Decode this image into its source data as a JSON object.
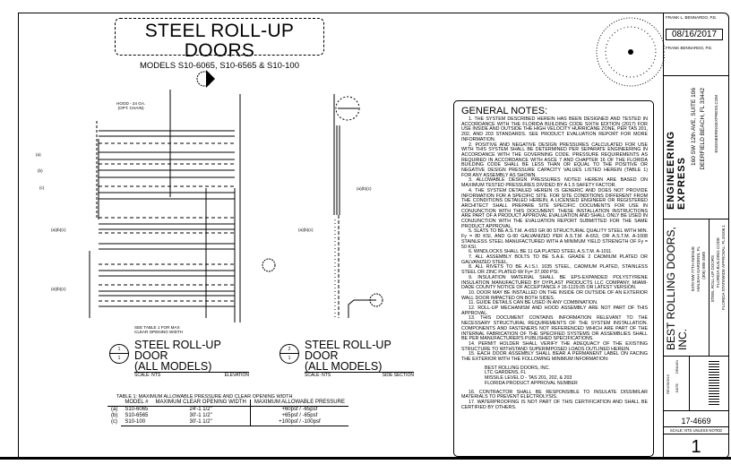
{
  "title": {
    "main": "STEEL ROLL-UP DOORS",
    "subtitle": "MODELS S10-6065, S10-6565 & S10-100"
  },
  "elevation": {
    "hood_label_1": "HOOD - 24 GA.",
    "hood_label_2": "(OPT. CHAIN)",
    "callouts": {
      "a": "(a)",
      "b": "(b)",
      "c": "(c)",
      "abc_1": "(a)(b)(c)",
      "abc_2": "(a)(b)(c)"
    },
    "see_table_1": "SEE TABLE 1 FOR MAX",
    "see_table_2": "CLEAR OPENING WIDTH",
    "view_number": "1",
    "sheet_number": "1",
    "view_title_1": "STEEL ROLL-UP DOOR",
    "view_title_2": "(ALL MODELS)",
    "scale": "SCALE: NTS",
    "view_type": "ELEVATION"
  },
  "section": {
    "callout_1": "(a)(b)(c)",
    "callout_2": "(a)(b)(c)",
    "view_number": "2",
    "sheet_number": "1",
    "view_title_1": "STEEL ROLL-UP DOOR",
    "view_title_2": "(ALL MODELS)",
    "scale": "SCALE: NTS",
    "view_type": "SIDE SECTION"
  },
  "table": {
    "caption": "TABLE 1: MAXIMUM ALLOWABLE PRESSURE AND CLEAR OPENING WIDTH",
    "headers": [
      "MODEL #",
      "MAXIMUM CLEAR OPENING WIDTH",
      "MAXIMUM ALLOWABLE PRESSURE"
    ],
    "rows": [
      {
        "tag": "(a)",
        "model": "S10-6065",
        "width": "24'-1 1/2\"",
        "pressure": "+60psf / -65psf"
      },
      {
        "tag": "(b)",
        "model": "S10-6565",
        "width": "30'-1 1/2\"",
        "pressure": "+65psf / -65psf"
      },
      {
        "tag": "(c)",
        "model": "S10-100",
        "width": "30'-1 1/2\"",
        "pressure": "+100psf / -100psf"
      }
    ]
  },
  "notes": {
    "heading": "GENERAL NOTES:",
    "items": [
      "1. THE SYSTEM DESCRIBED HEREIN HAS BEEN DESIGNED AND TESTED IN ACCORDANCE WITH THE FLORIDA BUILDING CODE SIXTH EDITION (2017) FOR USE INSIDE AND OUTSIDE THE HIGH VELOCITY HURRICANE ZONE, PER TAS 201, 202, AND 203 STANDARDS. SEE PRODUCT EVALUATION REPORT FOR MORE INFORMATION.",
      "2. POSITIVE AND NEGATIVE DESIGN PRESSURES CALCULATED FOR USE WITH THIS SYSTEM SHALL BE DETERMINED PER SEPARATE ENGINEERING IN ACCORDANCE WITH THE GOVERNING CODE. PRESSURE REQUIREMENTS AS REQUIRED IN ACCORDANCE WITH ASCE 7 AND CHAPTER 16 OF THE FLORIDA BUILDING CODE SHALL BE LESS THAN OR EQUAL TO THE POSITIVE OR NEGATIVE DESIGN PRESSURE CAPACITY VALUES LISTED HEREIN (TABLE 1) FOR ANY ASSEMBLY AS SHOWN.",
      "3. ALLOWABLE DESIGN PRESSURES NOTED HEREIN ARE BASED ON MAXIMUM TESTED PRESSURES DIVIDED BY A 1.5 SAFETY FACTOR.",
      "4. THE SYSTEM DETAILED HEREIN IS GENERIC AND DOES NOT PROVIDE INFORMATION FOR A SPECIFIC SITE. FOR SITE CONDITIONS DIFFERENT FROM THE CONDITIONS DETAILED HEREIN, A LICENSED ENGINEER OR REGISTERED ARCHITECT SHALL PREPARE SITE SPECIFIC DOCUMENTS FOR USE IN CONJUNCTION WITH THIS DOCUMENT. THESE INSTALLATION INSTRUCTIONS ARE PART OF A PRODUCT APPROVAL EVALUATION AND SHALL ONLY BE USED IN CONJUNCTION WITH THE EVALUATION REPORT SUBMITTED FOR THE SAME PRODUCT APPROVAL.",
      "5. SLATS TO BE A.S.T.M. A-653 GR 80 STRUCTURAL QUALITY STEEL WITH MIN. Fy = 80 KSI, AND G-90 GALVANIZED PER A.S.T.M. A-653, OR A.S.T.M. A-1008 STAINLESS STEEL MANUFACTURED WITH A MINIMUM YIELD STRENGTH OF Fy = 50 KSI.",
      "6. WINDLOCKS SHALL BE 11 GA PLATED STEEL A.S.T.M. A-1011.",
      "7. ALL ASSEMBLY BOLTS TO BE S.A.E. GRADE 2 CADMIUM PLATED OR GALVANIZED STEEL.",
      "8. ALL RIVETS TO BE A.I.S.I. 1035 STEEL, CADMIUM PLATED, STAINLESS STEEL OR ZINC PLATED W/ Fy= 37,000 PSI.",
      "9. INSULATION MATERIAL SHALL BE EPS-EXPANDED POLYSTYRENE INSULATION MANUFACTURED BY DYPLAST PRODUCTS LLC COMPANY, MIAMI-DADE COUNTY NOTICE OF ACCEPTANCE # 16-1129.05 OR LATEST VERSION.",
      "10. DOOR MAY BE INSTALLED ON THE INSIDE OR OUTSIDE OF AN EXTERIOR WALL DOOR IMPACTED ON BOTH SIDES.",
      "11. GUIDE DETAILS CAN BE USED IN ANY COMBINATION.",
      "12. ROLL-UP MECHANISM AND HOOD ASSEMBLY ARE NOT PART OF THIS APPROVAL.",
      "13. THIS DOCUMENT CONTAINS INFORMATION RELEVANT TO THE NECESSARY STRUCTURAL REQUIREMENTS OF THE SYSTEM INSTALLATION. COMPONENTS AND FASTENERS NOT REFERENCED WHICH ARE PART OF THE INTERNAL FABRICATION OF THE SPECIFIED SYSTEMS OR ASSEMBLIES SHALL BE PER MANUFACTURER'S PUBLISHED SPECIFICATIONS.",
      "14. PERMIT HOLDER SHALL VERIFY THE ADEQUACY OF THE EXISTING STRUCTURE TO WITHSTAND SUPERIMPOSED LOADS OUTLINED HEREIN.",
      "15. EACH DOOR ASSEMBLY SHALL BEAR A PERMANENT LABEL ON FACING THE EXTERIOR WITH THE FOLLOWING MINIMUM INFORMATION:"
    ],
    "label_lines": [
      "BEST ROLLING DOORS, INC.",
      "LTC GARDENS, FL",
      "MISSILE LEVEL D - TAS 201, 202, & 203",
      "FLORIDA PRODUCT APPROVAL NUMBER"
    ],
    "items_after": [
      "16. CONTRACTOR SHALL BE RESPONSIBLE TO INSULATE DISSIMILAR MATERIALS TO PREVENT ELECTROLYSIS.",
      "17. WATERPROOFING IS NOT PART OF THIS CERTIFICATION AND SHALL BE CERTIFIED BY OTHERS."
    ]
  },
  "title_block": {
    "engineer": "FRANK L. BENNARDO, P.E.",
    "date_stamp": "08/16/2017",
    "engineer_2": "FRANK BENNARDO, P.E.",
    "firm_name": "ENGINEERING EXPRESS",
    "firm_address_1": "160 SW 12th AVE, SUITE 106",
    "firm_address_2": "DEERFIELD BEACH, FL 33442",
    "firm_contact": "ENGINEERINGEXPRESS.COM",
    "client_name": "BEST ROLLING DOORS, INC.",
    "client_address_1": "9370 NW 77TH AVENUE",
    "client_address_2": "HIALEAH GARDENS, FL",
    "client_phone": "(305) 885-3580",
    "project_1": "STEEL ROLL-UP DOORS",
    "project_2": "FLORIDA BUILDING CODE",
    "project_3": "FLORIDA STATEWIDE APPROVAL: FL10106.1",
    "revisions_label": "REVISIONS",
    "drawn_label": "DRAWN",
    "date_label": "DATE",
    "drawing_number": "17-4669",
    "scale": "SCALE: NTS UNLESS NOTED",
    "sheet": "1"
  }
}
